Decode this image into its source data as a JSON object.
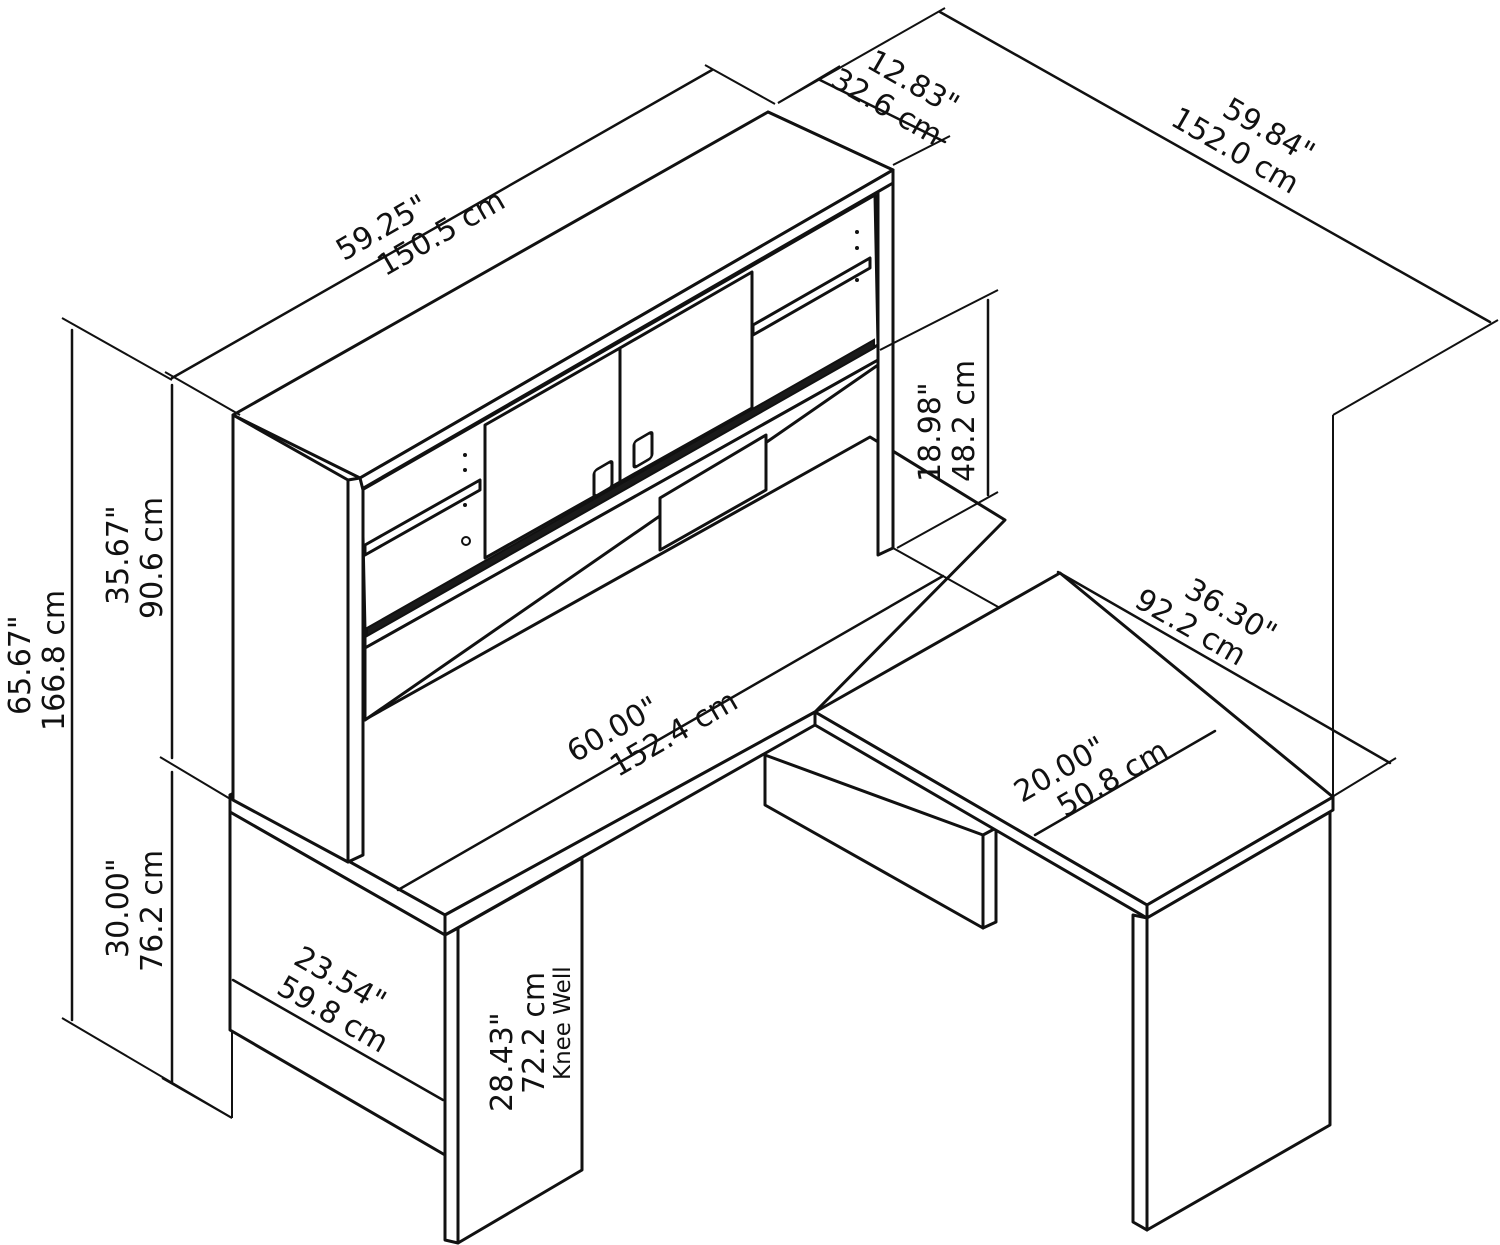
{
  "dimensions": {
    "hutch_width": {
      "in": "59.25\"",
      "cm": "150.5 cm"
    },
    "hutch_depth": {
      "in": "12.83\"",
      "cm": "32.6 cm"
    },
    "return_length": {
      "in": "59.84\"",
      "cm": "152.0 cm"
    },
    "hutch_height": {
      "in": "35.67\"",
      "cm": "90.6 cm"
    },
    "overall_height": {
      "in": "65.67\"",
      "cm": "166.8 cm"
    },
    "shelf_clearance": {
      "in": "18.98\"",
      "cm": "48.2 cm"
    },
    "return_width": {
      "in": "36.30\"",
      "cm": "92.2 cm"
    },
    "desk_width": {
      "in": "60.00\"",
      "cm": "152.4 cm"
    },
    "return_depth": {
      "in": "20.00\"",
      "cm": "50.8 cm"
    },
    "desk_height": {
      "in": "30.00\"",
      "cm": "76.2 cm"
    },
    "desk_depth": {
      "in": "23.54\"",
      "cm": "59.8 cm"
    },
    "knee_well": {
      "in": "28.43\"",
      "cm": "72.2 cm",
      "label": "Knee Well"
    }
  },
  "colors": {
    "line": "#111111",
    "background": "#ffffff"
  },
  "icons": {
    "handle": "door-handle-icon"
  }
}
